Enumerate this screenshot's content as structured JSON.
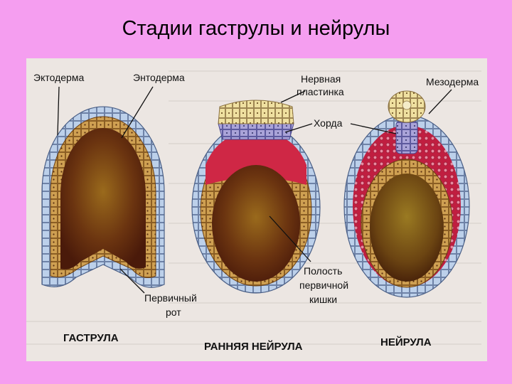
{
  "title": "Стадии гаструлы и нейрулы",
  "colors": {
    "background": "#f59ef0",
    "ectoderm": "#b9cde6",
    "endoderm": "#c99a4e",
    "mesoderm": "#b8183a",
    "neural_plate": "#efe0a0",
    "notochord": "#a7a1d6",
    "cavity": "#7a3f10"
  },
  "stages": {
    "gastrula": "ГАСТРУЛА",
    "early_neurula": "РАННЯЯ НЕЙРУЛА",
    "neurula": "НЕЙРУЛА"
  },
  "labels": {
    "ectoderm": "Эктодерма",
    "endoderm": "Энтодерма",
    "neural_plate_1": "Нервная",
    "neural_plate_2": "пластинка",
    "mesoderm": "Мезодерма",
    "notochord": "Хорда",
    "primary_mouth_1": "Первичный",
    "primary_mouth_2": "рот",
    "gut_cavity_1": "Полость",
    "gut_cavity_2": "первичной",
    "gut_cavity_3": "кишки"
  }
}
